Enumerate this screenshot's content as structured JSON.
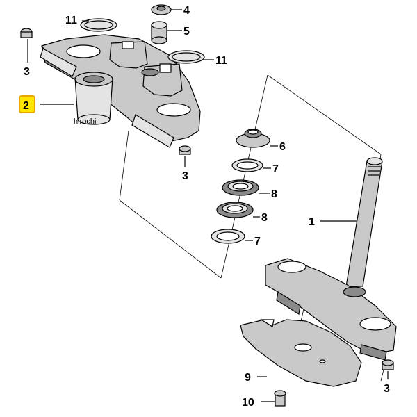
{
  "diagram": {
    "callouts": [
      {
        "id": "c11a",
        "label": "11"
      },
      {
        "id": "c4",
        "label": "4"
      },
      {
        "id": "c5",
        "label": "5"
      },
      {
        "id": "c3a",
        "label": "3"
      },
      {
        "id": "c11b",
        "label": "11"
      },
      {
        "id": "c2",
        "label": "2",
        "highlight": true
      },
      {
        "id": "c3b",
        "label": "3"
      },
      {
        "id": "c6",
        "label": "6"
      },
      {
        "id": "c7a",
        "label": "7"
      },
      {
        "id": "c8a",
        "label": "8"
      },
      {
        "id": "c8b",
        "label": "8"
      },
      {
        "id": "c7b",
        "label": "7"
      },
      {
        "id": "c1",
        "label": "1"
      },
      {
        "id": "c9",
        "label": "9"
      },
      {
        "id": "c3c",
        "label": "3"
      },
      {
        "id": "c10",
        "label": "10"
      }
    ],
    "watermark": "hirochi",
    "colors": {
      "highlight_fill": "#ffe600",
      "highlight_border": "#e6a800",
      "part_grey": "#c9c9c9",
      "part_dark": "#8a8a8a",
      "line": "#000000"
    }
  }
}
